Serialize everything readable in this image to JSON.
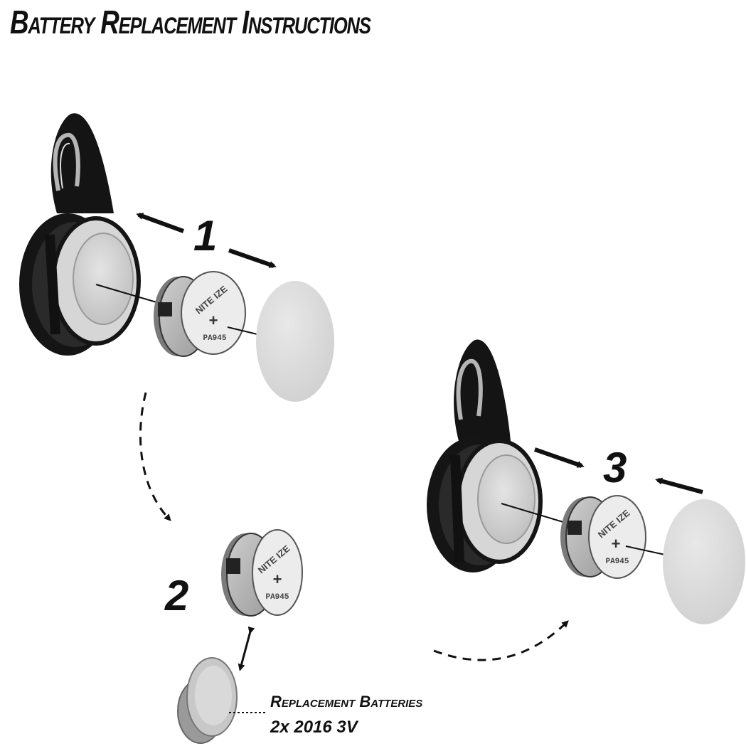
{
  "title": "Battery Replacement Instructions",
  "steps": [
    {
      "number": "1"
    },
    {
      "number": "2"
    },
    {
      "number": "3"
    }
  ],
  "note": {
    "line1": "Replacement Batteries",
    "line2": "2x 2016 3V"
  },
  "module_labels": {
    "brand": "NITE IZE",
    "plus": "+",
    "model": "PA945"
  }
}
